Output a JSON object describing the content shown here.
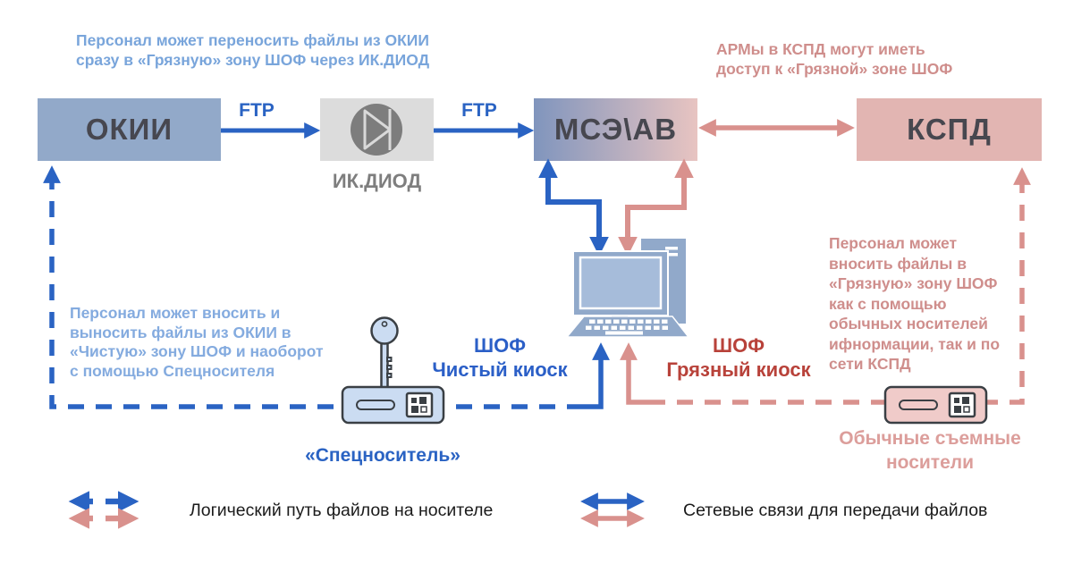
{
  "colors": {
    "blue_arrow": "#2a63c3",
    "light_blue_text": "#79a5db",
    "pink_arrow": "#d9918d",
    "pink_text": "#cf8e8c",
    "dark_red_text": "#b8423a",
    "box_blue": "#92a9c9",
    "box_gray": "#dcdcdc",
    "box_pink": "#e2b5b2",
    "box_gradient_left": "#8095bd",
    "box_gradient_right": "#e8c4c1",
    "node_text": "#47474f",
    "gray_label": "#7e7e7e"
  },
  "nodes": {
    "okii": {
      "label": "ОКИИ"
    },
    "diode": {
      "label": "ИК.ДИОД"
    },
    "mse": {
      "label": "МСЭ\\АВ"
    },
    "kspd": {
      "label": "КСПД"
    }
  },
  "links": {
    "ftp1": "FTP",
    "ftp2": "FTP"
  },
  "annotations": {
    "top_left": "Персонал может переносить файлы из ОКИИ\nсразу в «Грязную» зону ШОФ  через ИК.ДИОД",
    "top_right": "АРМы в КСПД могут иметь\nдоступ к «Грязной» зоне ШОФ",
    "left": "Персонал может вносить и\nвыносить файлы из ОКИИ в\n«Чистую» зону ШОФ и наоборот\nс помощью Спецносителя",
    "right": "Персонал может\nвносить файлы в\n«Грязную» зону ШОФ\nкак с помощью\nобычных носителей\nифнормации, так и по\nсети КСПД"
  },
  "kiosks": {
    "clean": "ШОФ\nЧистый киоск",
    "dirty": "ШОФ\nГрязный киоск"
  },
  "media": {
    "special": "«Спецноситель»",
    "ordinary": "Обычные съемные\nносители"
  },
  "legend": {
    "logical": "Логический путь файлов на носителе",
    "network": "Сетевые связи для передачи файлов"
  }
}
